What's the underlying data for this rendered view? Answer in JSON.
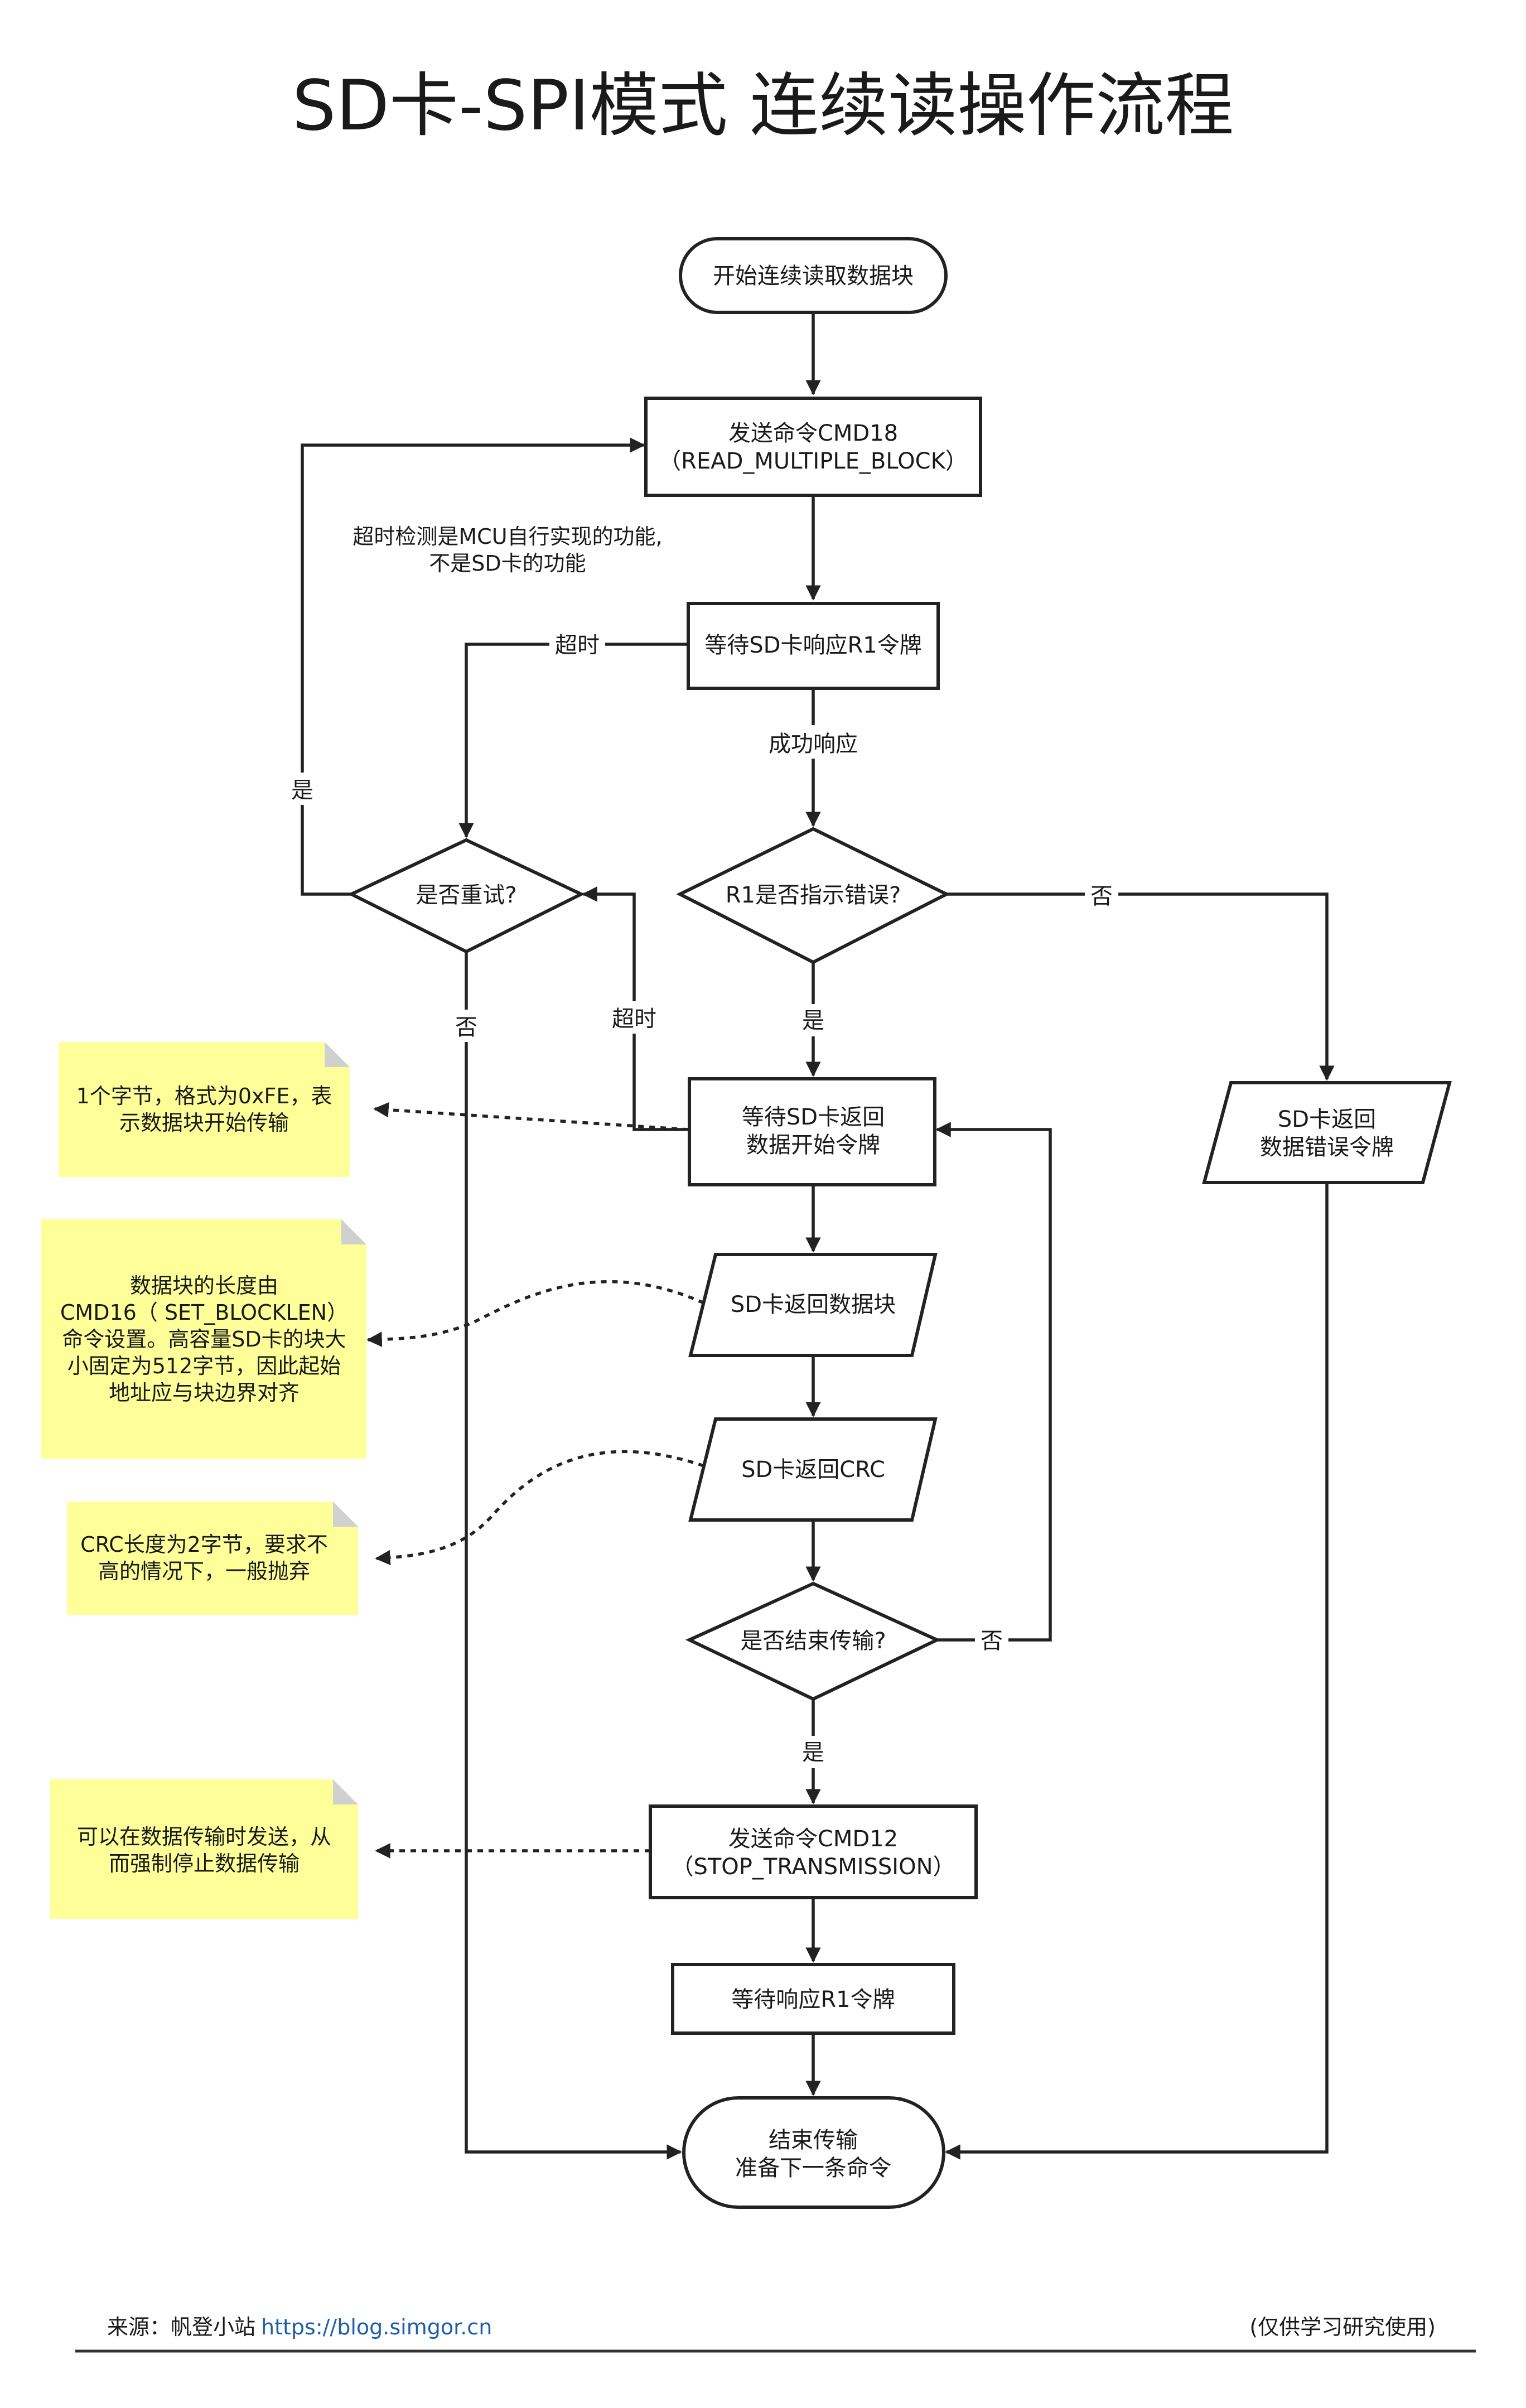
{
  "title": "SD卡-SPI模式 连续读操作流程",
  "nodes": {
    "start": "开始连续读取数据块",
    "cmd18": [
      "发送命令CMD18",
      "（READ_MULTIPLE_BLOCK）"
    ],
    "wait_r1": "等待SD卡响应R1令牌",
    "r1_error": "R1是否指示错误?",
    "retry": "是否重试?",
    "wait_token": [
      "等待SD卡返回",
      "数据开始令牌"
    ],
    "err_token": [
      "SD卡返回",
      "数据错误令牌"
    ],
    "data_block": "SD卡返回数据块",
    "crc": "SD卡返回CRC",
    "end_check": "是否结束传输?",
    "cmd12": [
      "发送命令CMD12",
      "（STOP_TRANSMISSION）"
    ],
    "wait_r1b": "等待响应R1令牌",
    "end": [
      "结束传输",
      "准备下一条命令"
    ]
  },
  "edge_labels": {
    "timeout1": "超时",
    "success": "成功响应",
    "no_error": "否",
    "yes_error": "是",
    "retry_yes": "是",
    "retry_no": "否",
    "timeout2": "超时",
    "end_no": "否",
    "end_yes": "是"
  },
  "notes": {
    "timeout_note": [
      "超时检测是MCU自行实现的功能,",
      "不是SD卡的功能"
    ],
    "token_note": [
      "1个字节，格式为0xFE，表",
      "示数据块开始传输"
    ],
    "block_note": [
      "数据块的长度由",
      "CMD16（ SET_BLOCKLEN）",
      "命令设置。高容量SD卡的块大",
      "小固定为512字节，因此起始",
      "地址应与块边界对齐"
    ],
    "crc_note": [
      "CRC长度为2字节，要求不",
      "高的情况下，一般抛弃"
    ],
    "cmd12_note": [
      "可以在数据传输时发送，从",
      "而强制停止数据传输"
    ]
  },
  "footer": {
    "source_label": "来源：帆登小站",
    "source_link": "https://blog.simgor.cn",
    "disclaimer": "(仅供学习研究使用)"
  },
  "colors": {
    "note_fill": "#ffff99",
    "link": "#1f5fa8",
    "stroke": "#222222"
  }
}
